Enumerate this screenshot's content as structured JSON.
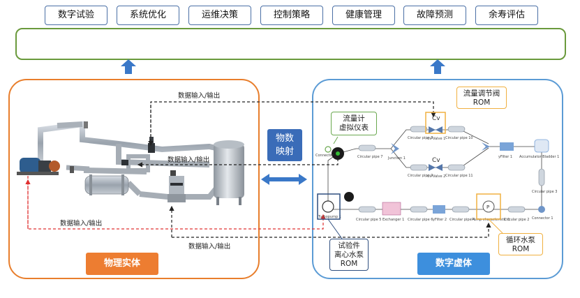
{
  "top_apps": [
    {
      "label": "数字试验"
    },
    {
      "label": "系统优化"
    },
    {
      "label": "运维决策"
    },
    {
      "label": "控制策略"
    },
    {
      "label": "健康管理"
    },
    {
      "label": "故障预测"
    },
    {
      "label": "余寿评估"
    }
  ],
  "physical": {
    "label": "物理实体"
  },
  "digital": {
    "label": "数字虚体"
  },
  "mapping": {
    "line1": "物数",
    "line2": "映射"
  },
  "io_labels": {
    "top": "数据输入/输出",
    "mid": "数据输入/输出",
    "lower": "数据输入/输出",
    "bottom": "数据输入/输出"
  },
  "callouts": {
    "flowmeter": {
      "line1": "流量计",
      "line2": "虚拟仪表"
    },
    "valve": {
      "line1": "流量调节阀",
      "line2": "ROM"
    },
    "pump_test": {
      "line1": "试验件",
      "line2": "离心水泵",
      "line3": "ROM"
    },
    "pump_circ": {
      "line1": "循环水泵",
      "line2": "ROM"
    }
  },
  "components": {
    "circular_pipe_7": "Circular pipe 7",
    "junction_1": "Junction 1",
    "circular_pipe_8": "Circular pipe 8",
    "circular_pipe_10": "Circular pipe 10",
    "cv_valve_1": "Cv Valve 1",
    "circular_pipe_9": "Circular pipe 9",
    "cv_valve_2": "Cv Valve 2",
    "circular_pipe_11": "Circular pipe 11",
    "yfilter_1": "yFilter 1",
    "accumulator_bladder_1": "Accumulator Bladder 1",
    "circular_pipe_3": "Circular pipe 3",
    "connector_1": "Connector 1",
    "circular_pipe_2": "Circular pipe 2",
    "pump_characteristic_1": "Pump characteristic 1",
    "circular_pipe_4": "Circular pipe 4",
    "yfilter_2": "yFilter 2",
    "circular_pipe_6": "Circular pipe 6",
    "exchanger_1": "Exchanger 1",
    "circular_pipe_5": "Circular pipe 5",
    "turbopump_1": "Turbopump 1",
    "connector_left": "Connector",
    "cv_symbol": "Cv",
    "pump_symbol": "P"
  },
  "colors": {
    "green_border": "#6a9a3c",
    "orange": "#ed7d31",
    "blue": "#3d8fdd",
    "mapping_blue": "#3a6cb8",
    "app_border": "#4a6fa5"
  }
}
